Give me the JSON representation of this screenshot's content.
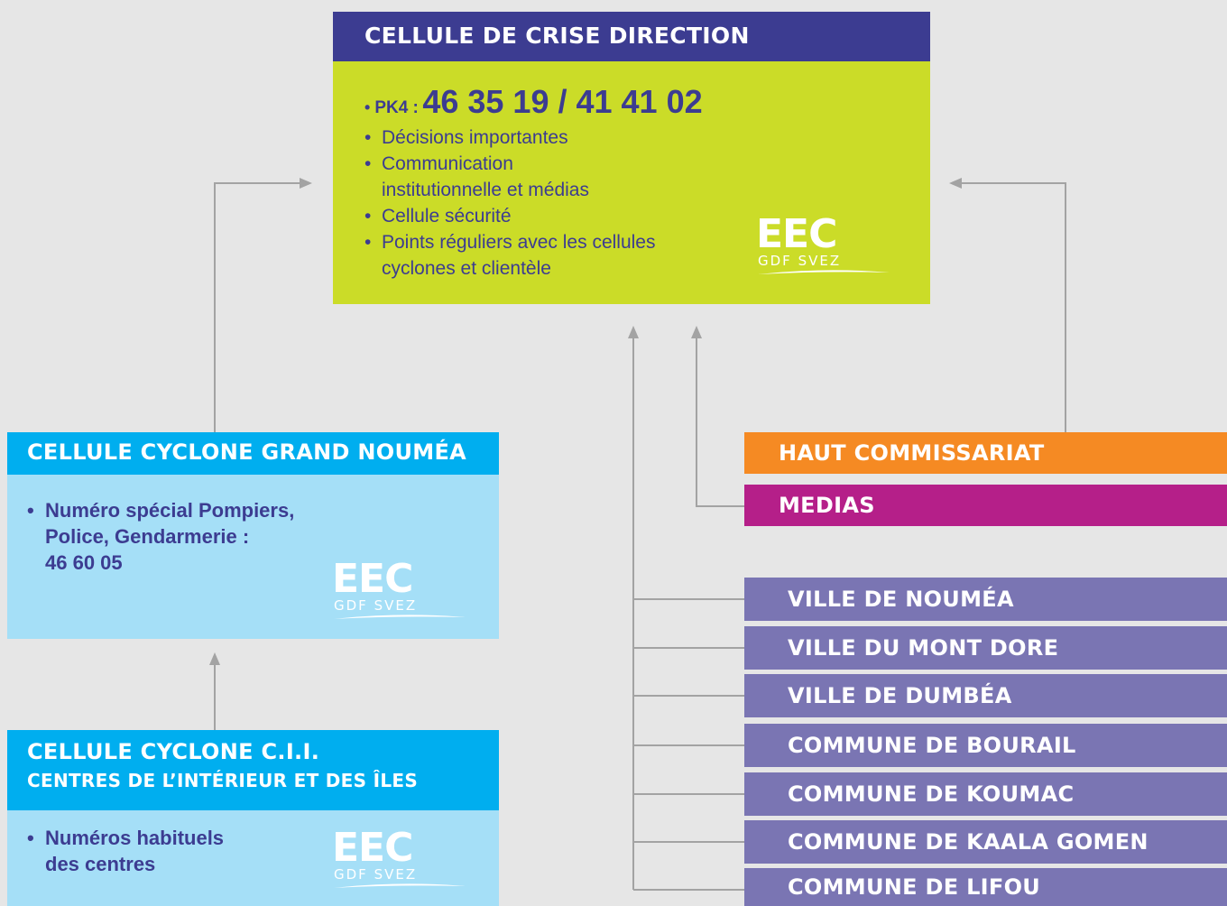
{
  "crisis": {
    "title": "CELLULE DE CRISE DIRECTION",
    "pk4_label": "PK4 :",
    "pk4_numbers": "46 35 19 / 41 41 02",
    "items": [
      [
        "Décisions importantes"
      ],
      [
        "Communication",
        "institutionnelle et médias"
      ],
      [
        "Cellule sécurité"
      ],
      [
        "Points réguliers avec les cellules",
        "cyclones et clientèle"
      ]
    ]
  },
  "grand_noumea": {
    "title": "CELLULE CYCLONE GRAND NOUMÉA",
    "item_lines": [
      "Numéro spécial Pompiers,",
      "Police, Gendarmerie :",
      "46 60 05"
    ]
  },
  "cii": {
    "title": "CELLULE CYCLONE C.I.I.",
    "subtitle": "CENTRES DE L’INTÉRIEUR ET DES ÎLES",
    "item_lines": [
      "Numéros habituels",
      "des centres"
    ]
  },
  "haut_commissariat": "HAUT COMMISSARIAT",
  "medias": "MEDIAS",
  "villes": [
    "VILLE DE NOUMÉA",
    "VILLE DU MONT DORE",
    "VILLE DE DUMBÉA",
    "COMMUNE DE BOURAIL",
    "COMMUNE DE KOUMAC",
    "COMMUNE DE KAALA GOMEN",
    "COMMUNE DE LIFOU"
  ],
  "logo": {
    "brand": "EEC",
    "tagline": "GDF SVEZ"
  },
  "colors": {
    "background": "#e6e6e6",
    "navy": "#3c3c91",
    "lime": "#cbdc28",
    "cyan": "#00aeef",
    "light_cyan": "#a5dff7",
    "orange": "#f58a23",
    "magenta": "#b51f89",
    "violet": "#7a75b3",
    "connector": "#a3a3a3"
  }
}
